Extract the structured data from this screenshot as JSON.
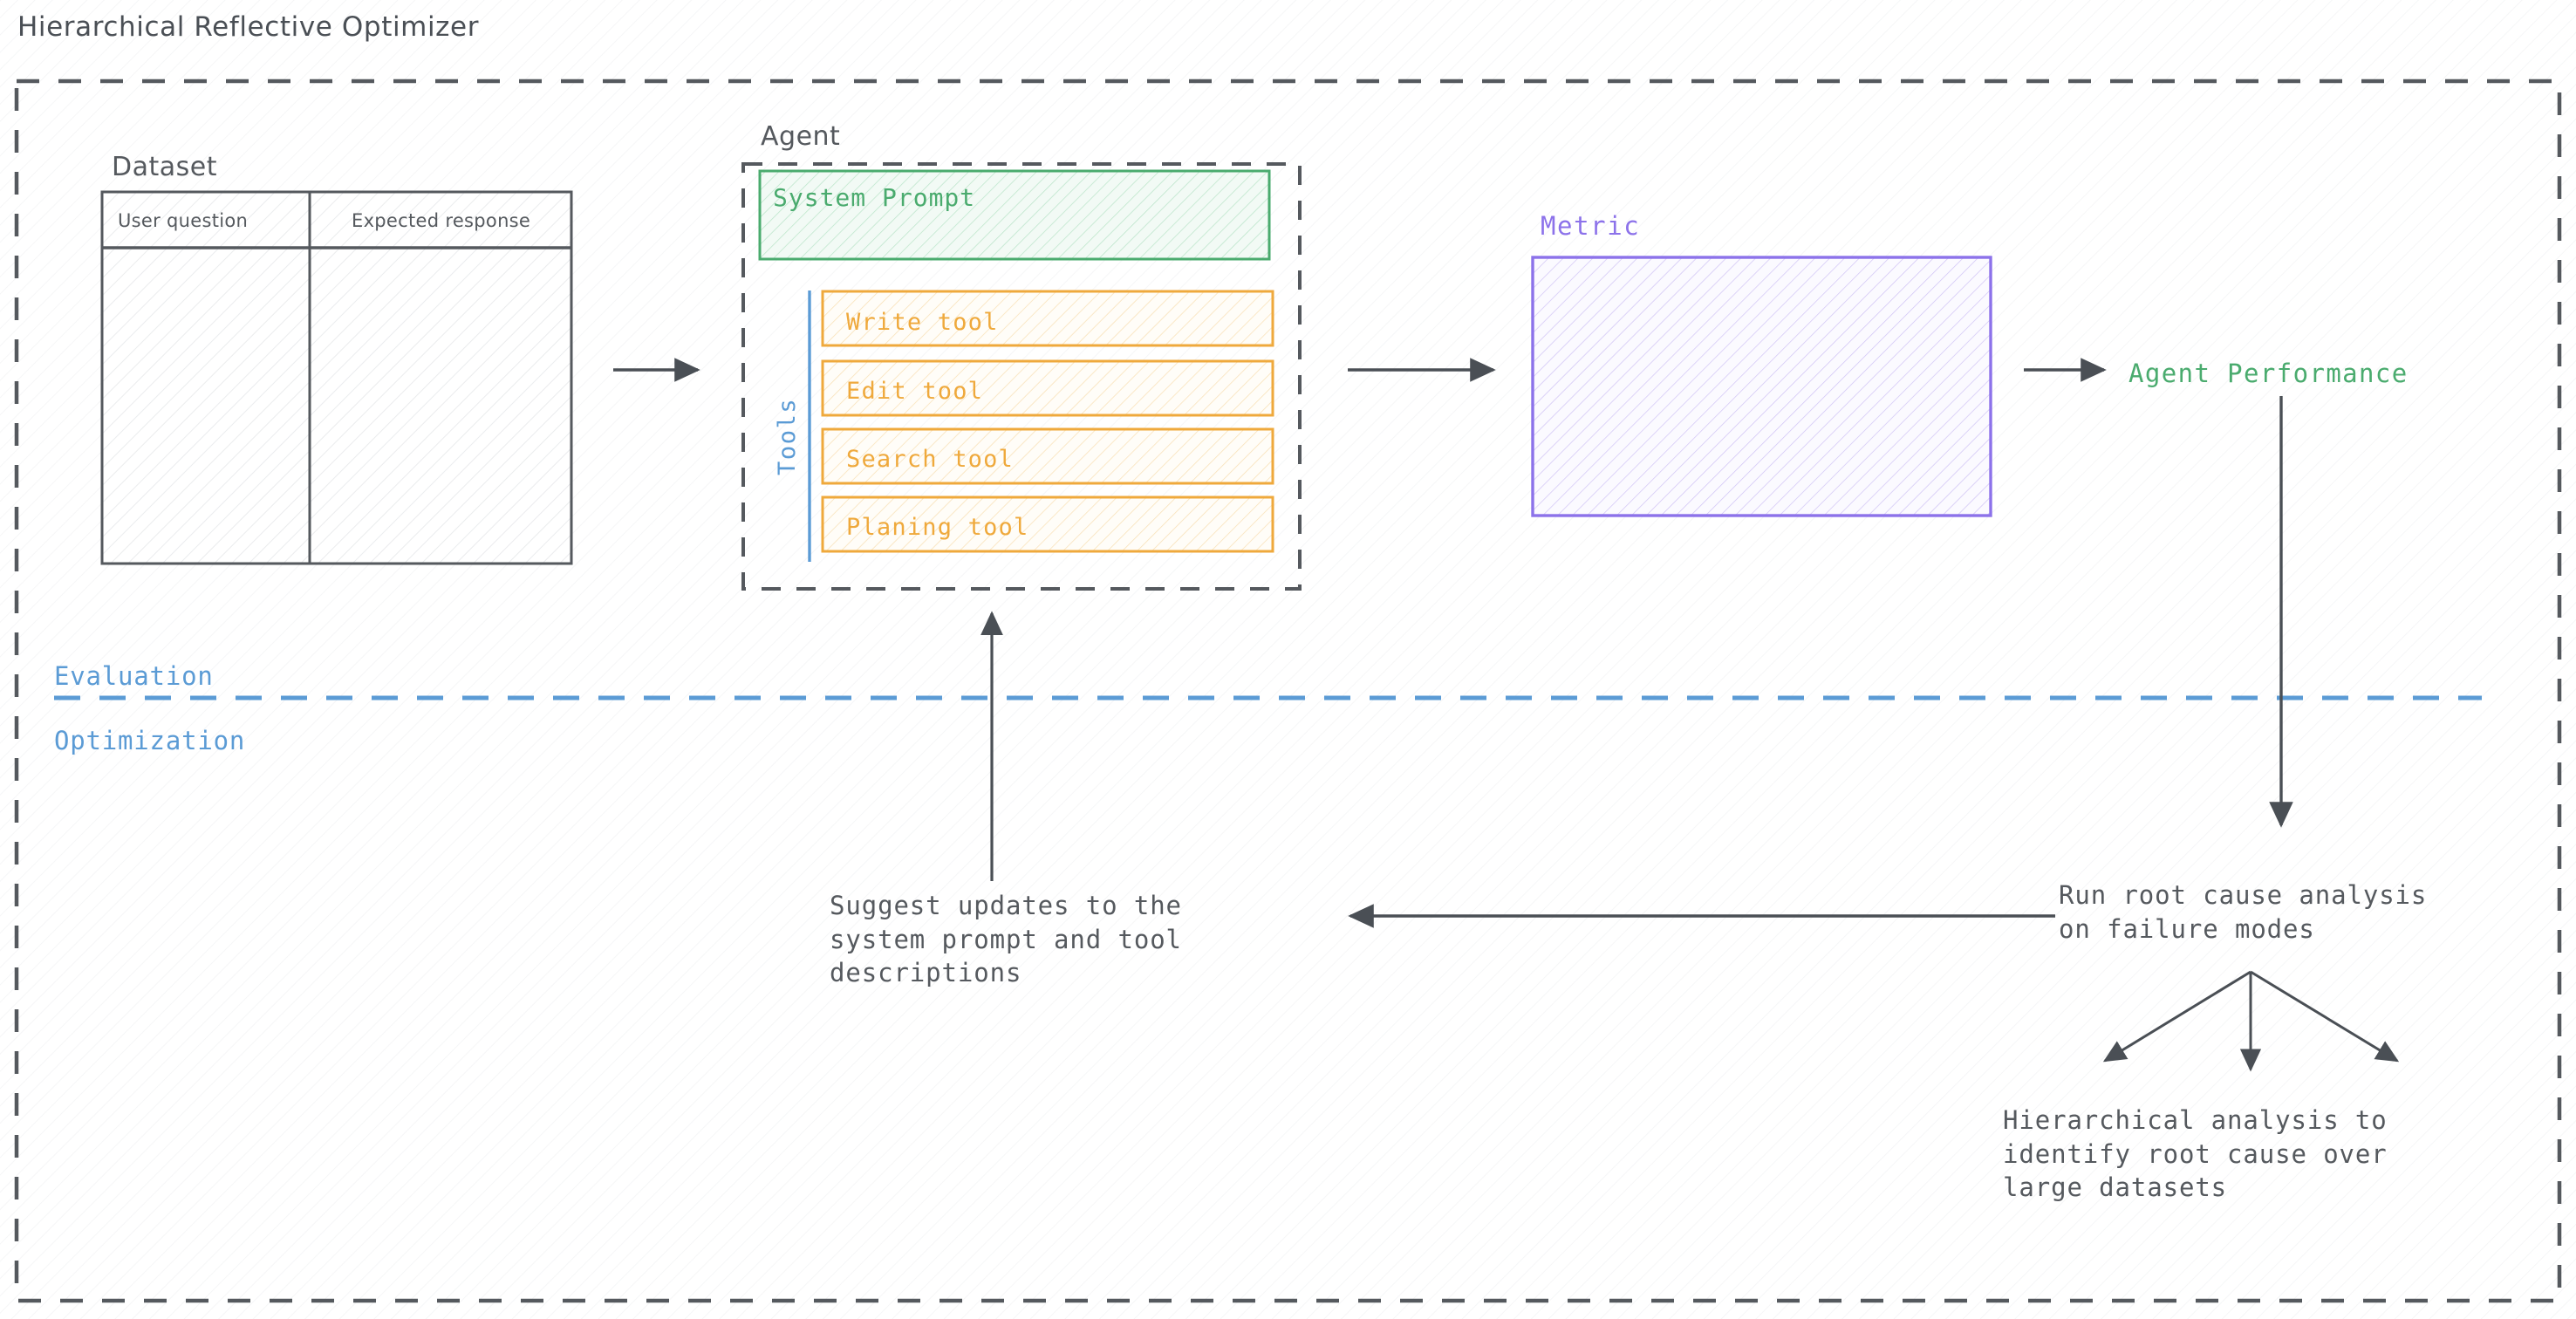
{
  "diagram": {
    "title": "Hierarchical Reflective Optimizer",
    "lanes": {
      "evaluation_label": "Evaluation",
      "optimization_label": "Optimization"
    },
    "dataset": {
      "label": "Dataset",
      "columns": [
        "User question",
        "Expected response"
      ],
      "rows": []
    },
    "agent": {
      "label": "Agent",
      "system_prompt_label": "System Prompt",
      "tools_label": "Tools",
      "tools": [
        {
          "label": "Write tool"
        },
        {
          "label": "Edit tool"
        },
        {
          "label": "Search tool"
        },
        {
          "label": "Planing tool"
        }
      ]
    },
    "metric": {
      "label": "Metric"
    },
    "agent_performance": {
      "label": "Agent Performance"
    },
    "root_cause": {
      "line1": "Run root cause analysis",
      "line2": "on failure modes"
    },
    "hierarchical_analysis": {
      "line1": "Hierarchical analysis to",
      "line2": "identify root cause over",
      "line3": "large datasets"
    },
    "suggest_updates": {
      "line1": "Suggest updates to the",
      "line2": "system prompt and tool",
      "line3": "descriptions"
    },
    "colors": {
      "green": "#4aab6e",
      "orange": "#efa93c",
      "purple": "#8c72ea",
      "blue": "#5b9bd5",
      "gray": "#55595e",
      "background": "#ffffff"
    }
  }
}
